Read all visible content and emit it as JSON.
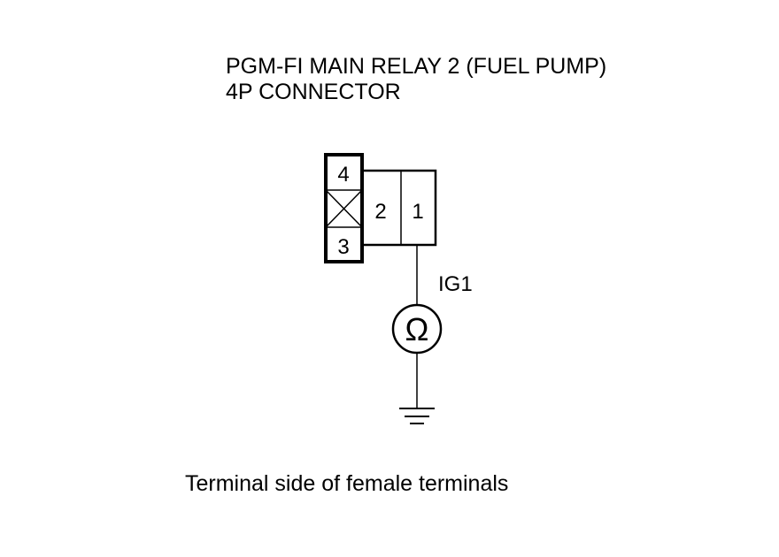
{
  "title": {
    "line1": "PGM-FI MAIN RELAY 2 (FUEL PUMP)",
    "line2": "4P CONNECTOR"
  },
  "connector": {
    "pins": {
      "p4": "4",
      "p3": "3",
      "p2": "2",
      "p1": "1"
    }
  },
  "wire_label": "IG1",
  "meter_symbol": "Ω",
  "caption": "Terminal side of female terminals"
}
